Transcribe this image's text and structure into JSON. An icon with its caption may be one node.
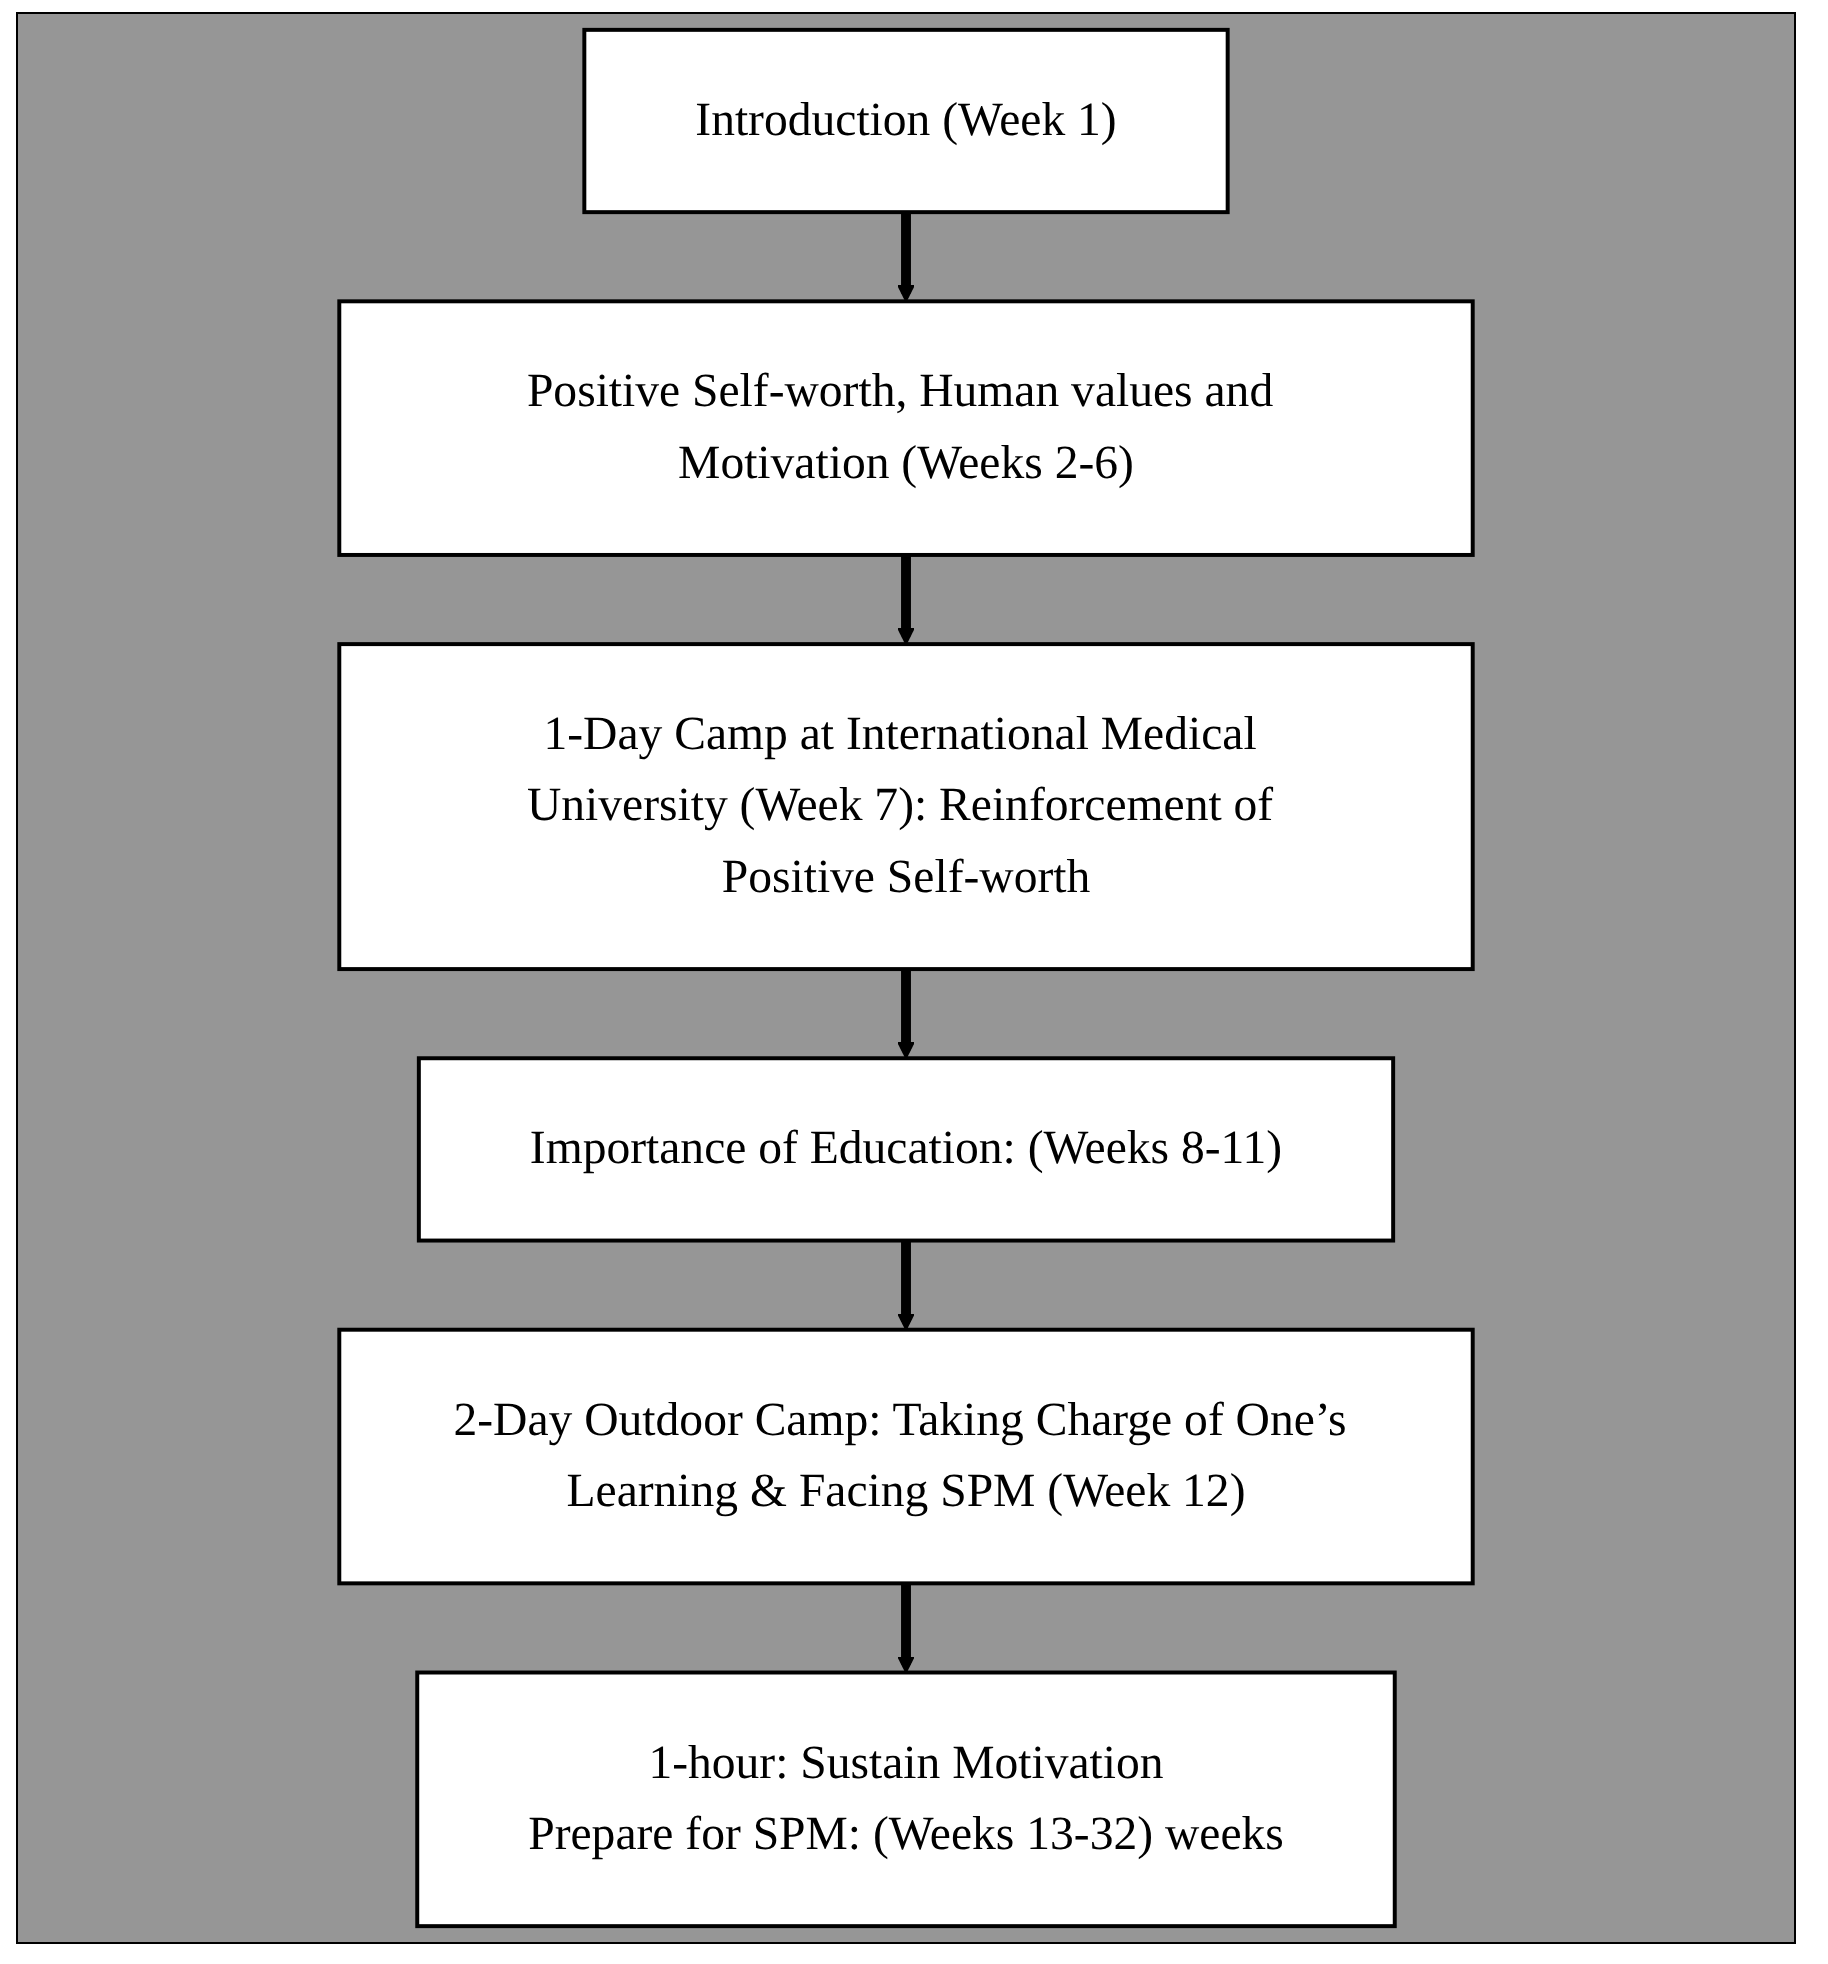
{
  "diagram": {
    "nodes": [
      {
        "text": [
          "Introduction (Week 1)"
        ]
      },
      {
        "text": [
          "Positive Self-worth, Human values and Motivation (Weeks 2-6)"
        ]
      },
      {
        "text": [
          "1-Day Camp at International Medical University (Week 7): Reinforcement of Positive Self-worth"
        ]
      },
      {
        "text": [
          "Importance of Education:  (Weeks 8-11)"
        ]
      },
      {
        "text": [
          "2-Day Outdoor Camp: Taking Charge of One’s Learning & Facing SPM (Week 12)"
        ]
      },
      {
        "text": [
          "1-hour: Sustain Motivation",
          "Prepare for SPM: (Weeks 13-32) weeks"
        ]
      }
    ],
    "edges": [
      {
        "from": 0,
        "to": 1,
        "arrow": "to"
      },
      {
        "from": 1,
        "to": 2,
        "arrow": "to"
      },
      {
        "from": 2,
        "to": 3,
        "arrow": "to"
      },
      {
        "from": 3,
        "to": 4,
        "arrow": "to"
      },
      {
        "from": 4,
        "to": 5,
        "arrow": "to"
      }
    ]
  }
}
